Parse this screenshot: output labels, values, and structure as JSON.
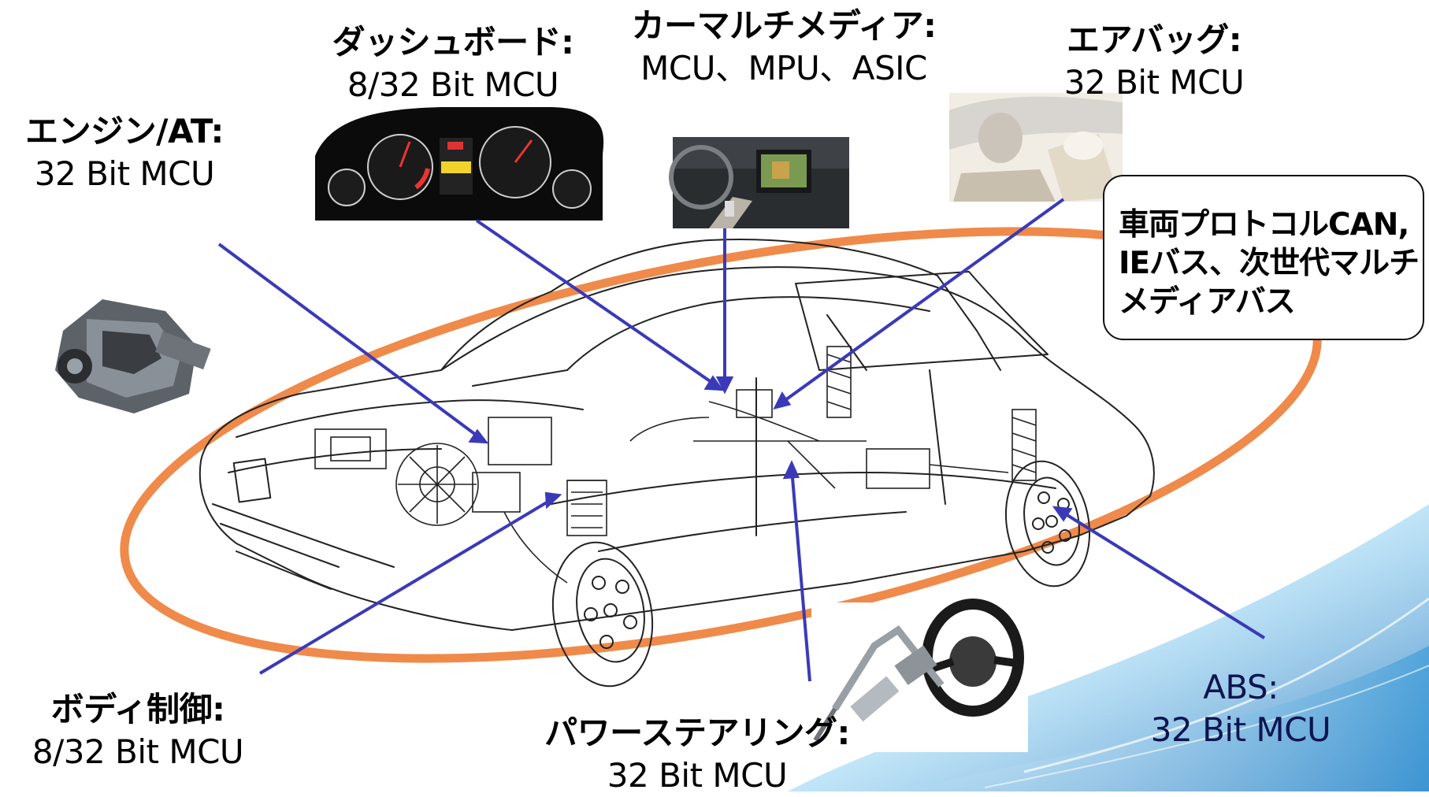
{
  "colors": {
    "ellipse": "#ef8a4a",
    "pointer": "#3a3ab8",
    "car_lines": "#222222",
    "label_text": "#000000",
    "background_wave": "#4aa6dc"
  },
  "labels": {
    "engine": {
      "title": "エンジン/AT:",
      "spec": "32 Bit MCU"
    },
    "dashboard": {
      "title": "ダッシュボード:",
      "spec": "8/32 Bit MCU"
    },
    "car_multimedia": {
      "title": "カーマルチメディア:",
      "spec": "MCU、MPU、ASIC"
    },
    "airbag": {
      "title": "エアバッグ:",
      "spec": "32 Bit MCU"
    },
    "body_control": {
      "title": "ボディ制御:",
      "spec": "8/32 Bit MCU"
    },
    "power_steering": {
      "title": "パワーステアリング:",
      "spec": "32 Bit MCU"
    },
    "abs": {
      "title": "ABS:",
      "spec": "32 Bit MCU"
    }
  },
  "bus_callout": {
    "lines": [
      "車両プロトコルCAN,",
      "IEバス、次世代マルチ",
      "メディアバス"
    ]
  },
  "photos": {
    "engine": "engine-photo",
    "dashboard": "instrument-cluster-photo",
    "multimedia": "car-navigation-photo",
    "airbag": "car-interior-airbag-photo",
    "steering": "steering-wheel-photo"
  }
}
